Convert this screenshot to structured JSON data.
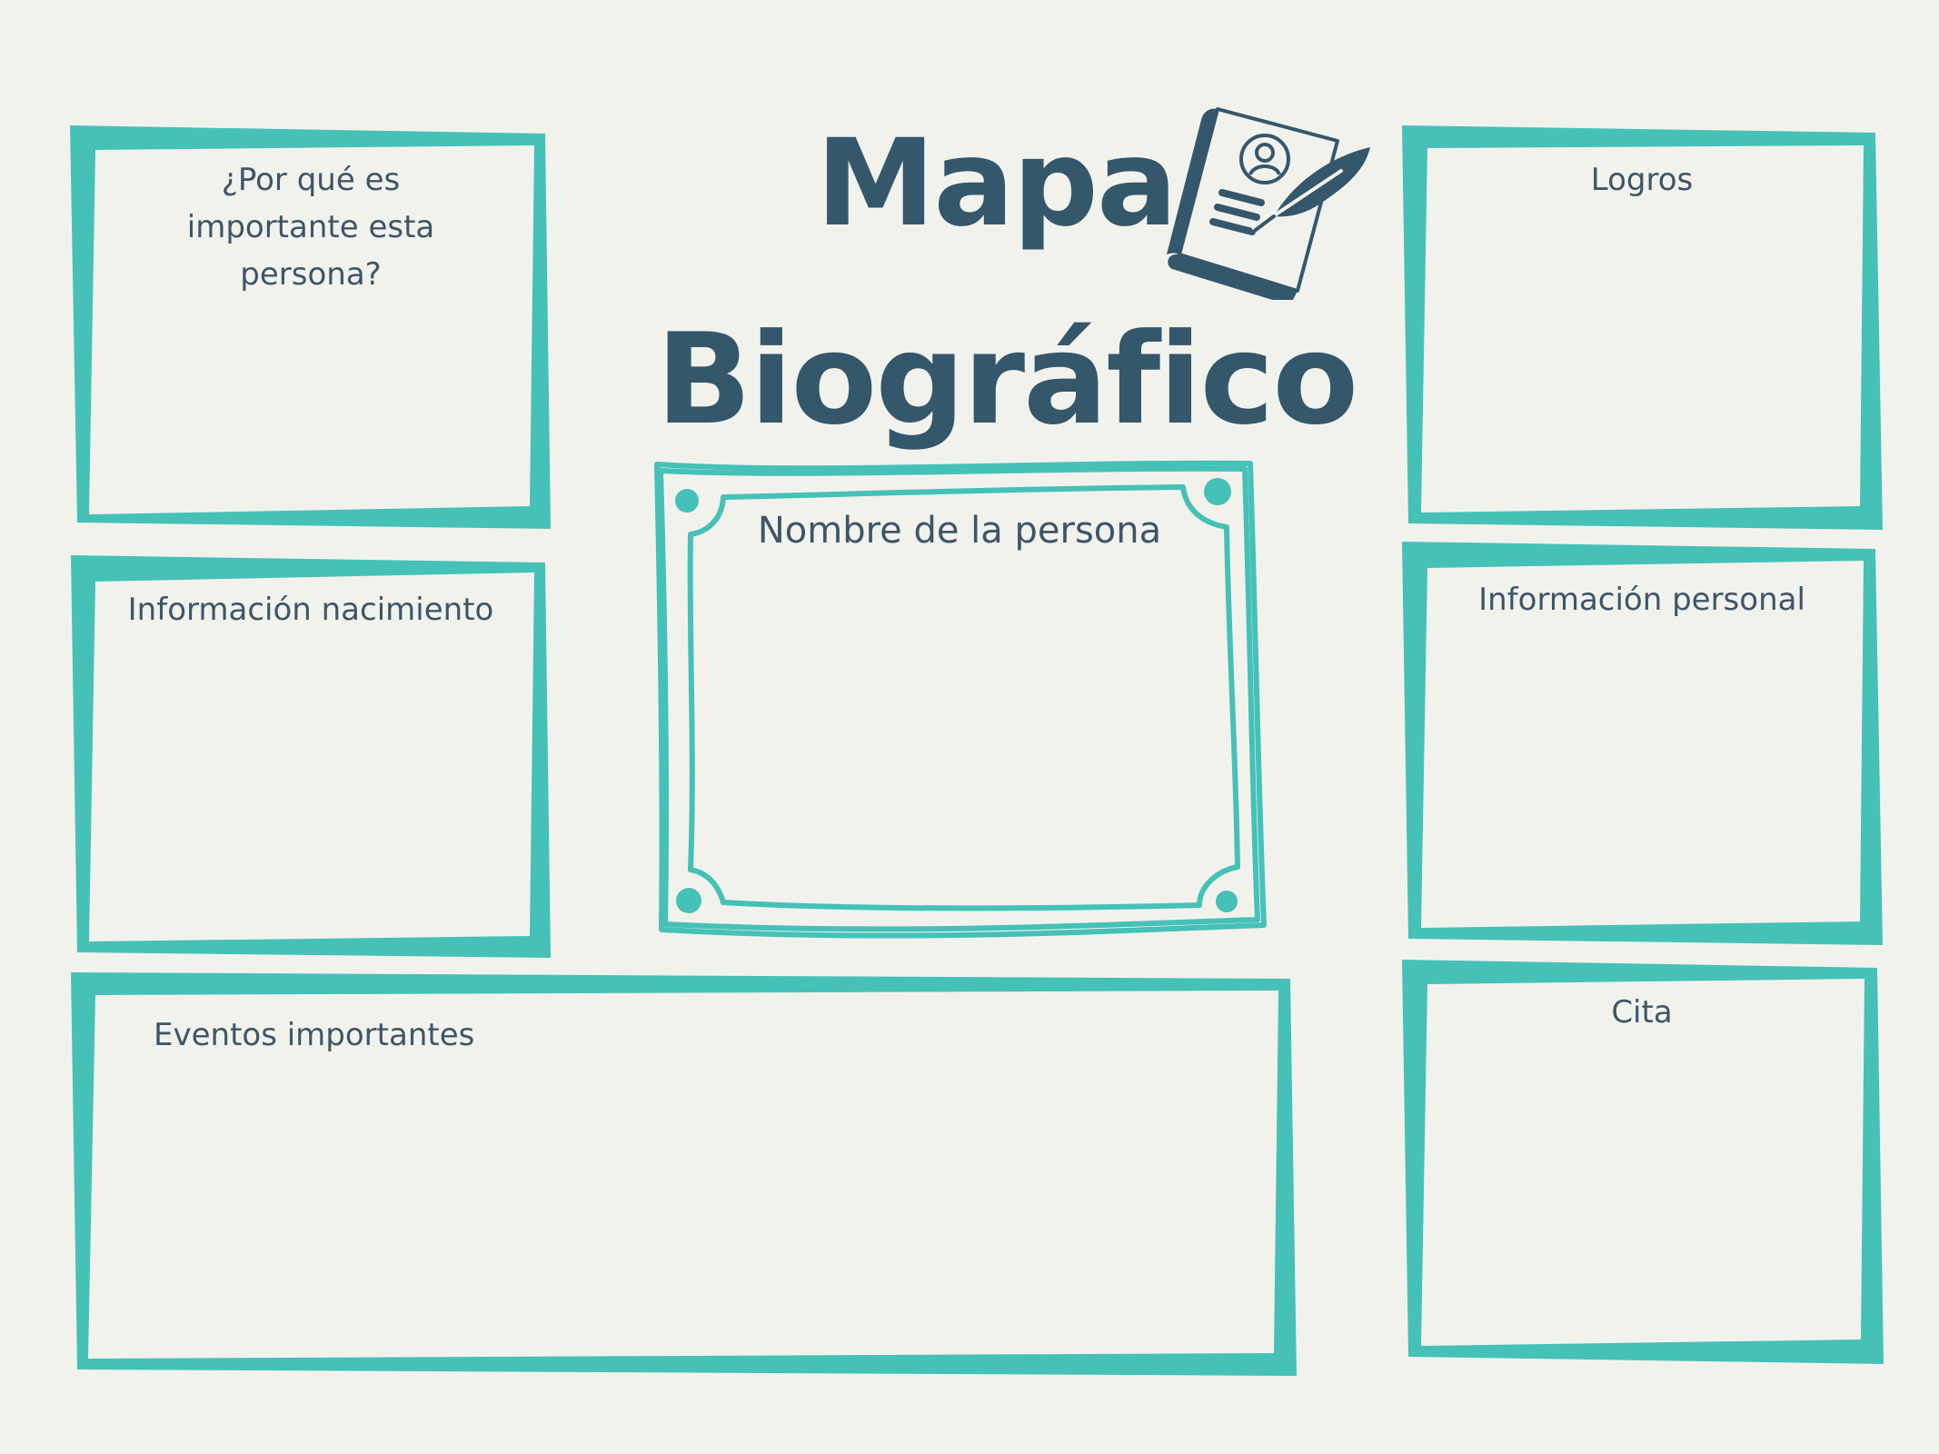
{
  "title": {
    "line1": "Mapa",
    "line2": "Biográfico"
  },
  "boxes": {
    "importance": "¿Por qué es\nimportante esta\npersona?",
    "birth_info": "Información nacimiento",
    "events": "Eventos importantes",
    "name": "Nombre de la persona",
    "achievements": "Logros",
    "personal_info": "Información personal",
    "quote": "Cita"
  },
  "icons": {
    "title_icon": "biography-book-with-quill-icon"
  },
  "colors": {
    "background": "#f2f2ed",
    "frame_teal": "#45c1b8",
    "title_navy": "#34576b",
    "label_text": "#3e5568"
  }
}
